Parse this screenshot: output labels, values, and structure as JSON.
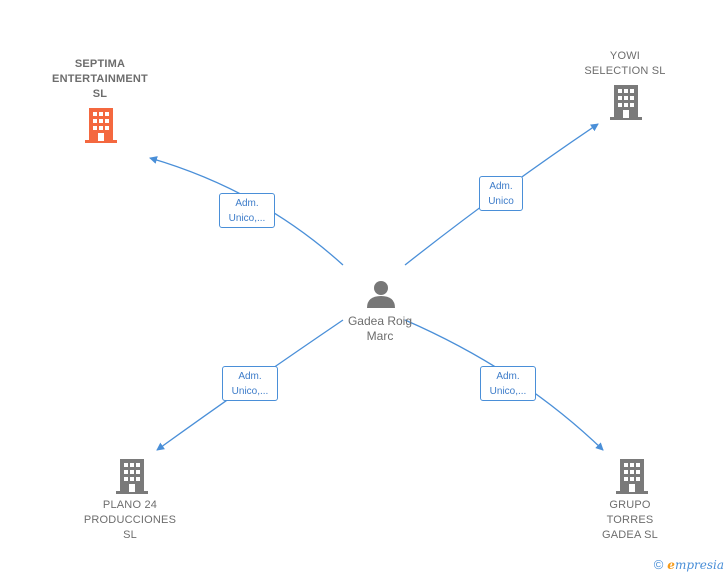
{
  "colors": {
    "edge": "#4a8fd8",
    "building_grey": "#7a7a7a",
    "building_highlight": "#f4683f",
    "person": "#777777"
  },
  "center_person": {
    "name_line1": "Gadea Roig",
    "name_line2": "Marc",
    "icon": "person-icon"
  },
  "companies": [
    {
      "id": "septima",
      "lines": [
        "SEPTIMA",
        "ENTERTAINMENT",
        "SL"
      ],
      "highlight": true,
      "icon": "building-icon"
    },
    {
      "id": "yowi",
      "lines": [
        "YOWI",
        "SELECTION  SL"
      ],
      "highlight": false,
      "icon": "building-icon"
    },
    {
      "id": "plano24",
      "lines": [
        "PLANO 24",
        "PRODUCCIONES",
        "SL"
      ],
      "highlight": false,
      "icon": "building-icon"
    },
    {
      "id": "grupo",
      "lines": [
        "GRUPO",
        "TORRES",
        "GADEA  SL"
      ],
      "highlight": false,
      "icon": "building-icon"
    }
  ],
  "edges": [
    {
      "to": "septima",
      "label_line1": "Adm.",
      "label_line2": "Unico,..."
    },
    {
      "to": "yowi",
      "label_line1": "Adm.",
      "label_line2": "Unico"
    },
    {
      "to": "plano24",
      "label_line1": "Adm.",
      "label_line2": "Unico,..."
    },
    {
      "to": "grupo",
      "label_line1": "Adm.",
      "label_line2": "Unico,..."
    }
  ],
  "footer": {
    "copyright_symbol": "©",
    "brand_first": "e",
    "brand_rest": "mpresia"
  }
}
